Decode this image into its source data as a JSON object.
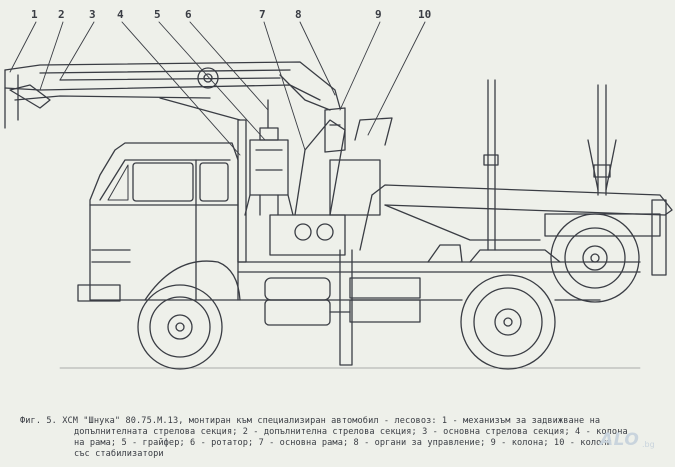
{
  "callouts": [
    "1",
    "2",
    "3",
    "4",
    "5",
    "6",
    "7",
    "8",
    "9",
    "10"
  ],
  "caption": {
    "line1": "Фиг. 5. ХСМ \"Шнука\" 80.75.М.13, монтиран към специализиран автомобил - лесовоз: 1 - механизъм за задвижване на",
    "line2": "допълнителната стрелова секция; 2 - допълнителна стрелова секция; 3 - основна стрелова секция; 4 - колона",
    "line3": "на рама; 5 - грайфер; 6 - ротатор; 7 - основна рама; 8 - органи за управление; 9 - колона; 10 - колони",
    "line4": "със стабилизатори"
  },
  "watermark": {
    "text": "ALO",
    "sub": ".bg"
  },
  "colors": {
    "ink": "#3a3d44",
    "paper": "#eef0ea",
    "watermark": "#c9d4dd"
  }
}
